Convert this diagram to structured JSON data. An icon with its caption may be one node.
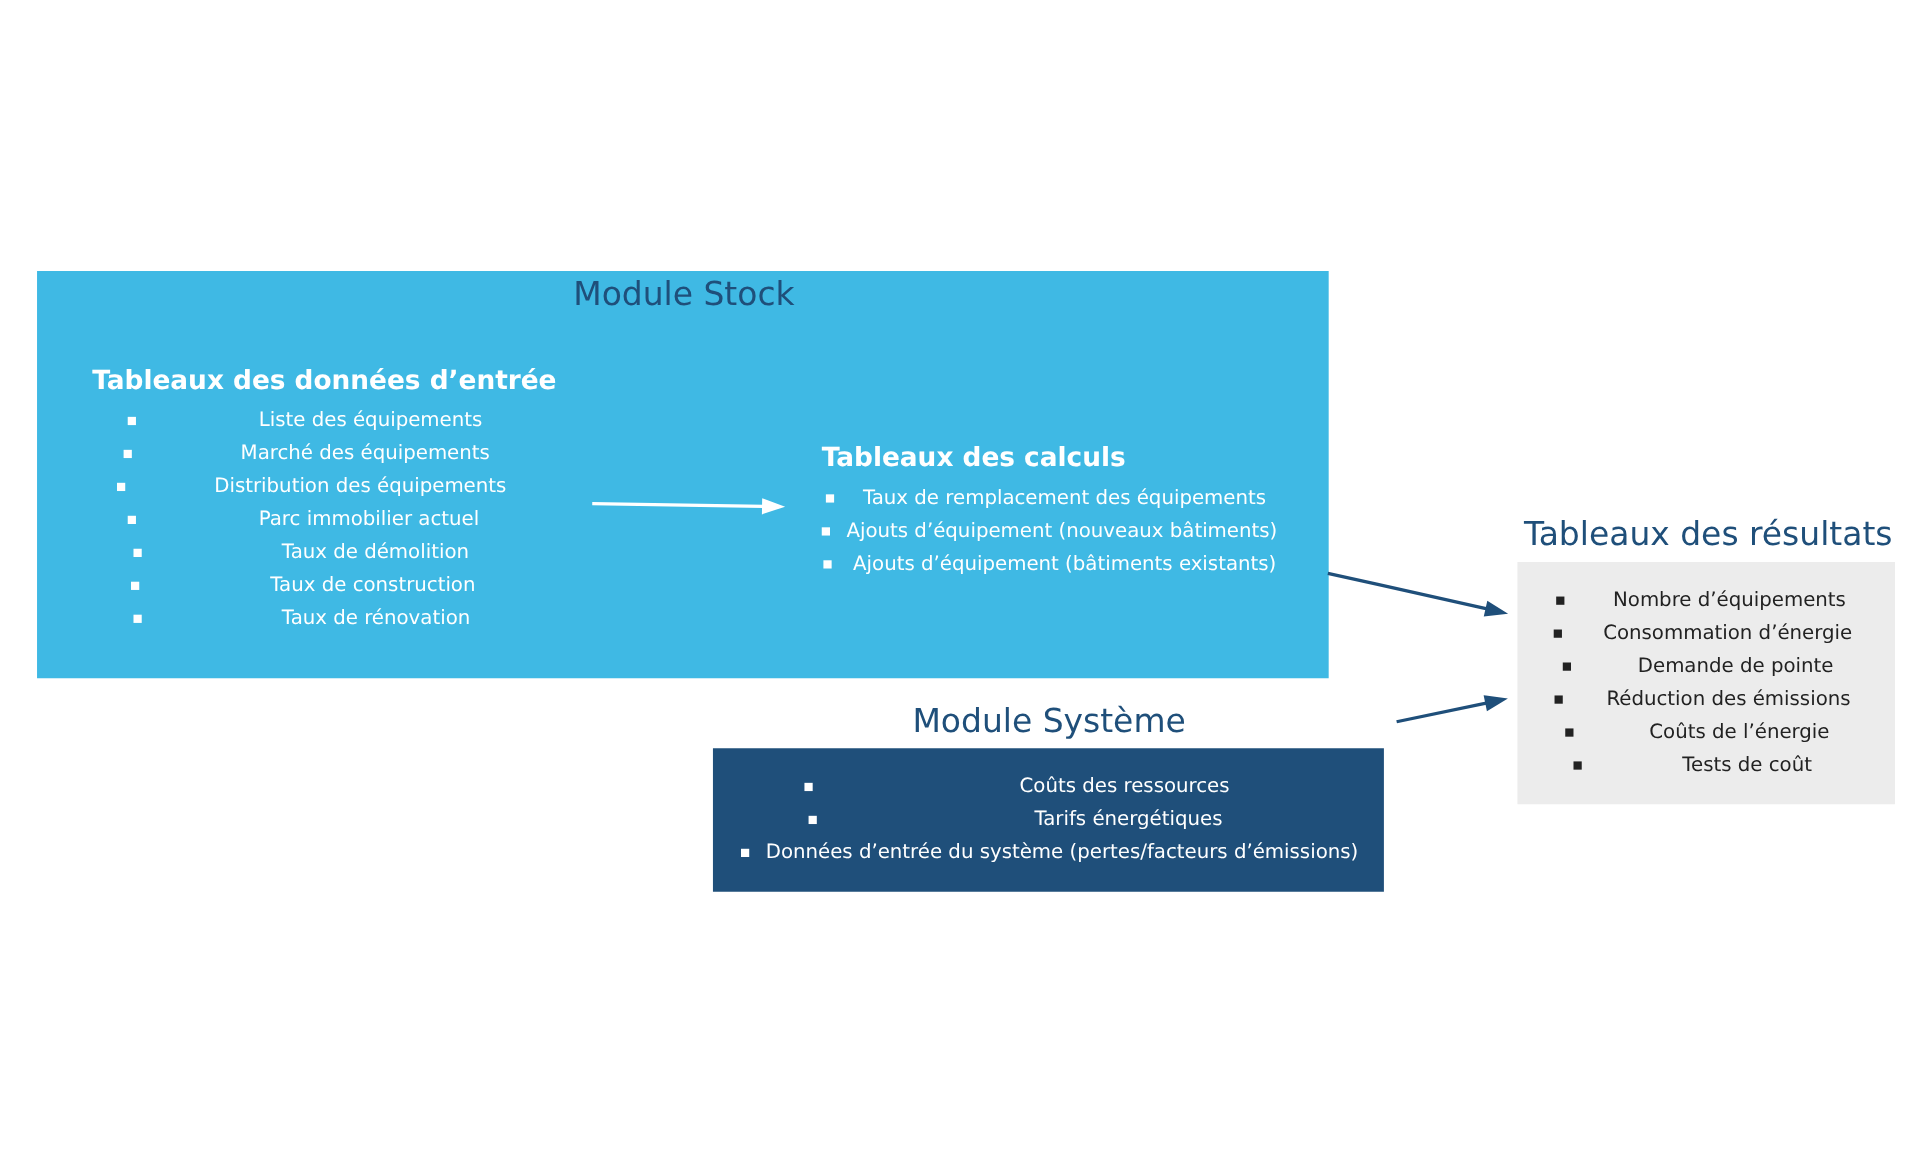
{
  "diagram": {
    "nodes": [
      {
        "text": [
          "Module Stock"
        ]
      },
      {
        "text": [
          "Tableaux des données d’entrée",
          "Liste des équipements",
          "Marché des équipements",
          "Distribution des équipements",
          "Parc immobilier actuel",
          "Taux de démolition",
          "Taux de construction",
          "Taux de rénovation"
        ],
        "in": 0
      },
      {
        "text": [
          "Tableaux des calculs",
          "Taux de remplacement des équipements",
          "Ajouts d’équipement (nouveaux bâtiments)",
          "Ajouts d’équipement (bâtiments existants)"
        ],
        "in": 0
      },
      {
        "text": [
          "Module Système",
          "Coûts des ressources",
          "Tarifs énergétiques",
          "Données d’entrée du système (pertes/facteurs d’émissions)"
        ]
      },
      {
        "text": [
          "Tableaux des résultats",
          "Nombre d’équipements",
          "Consommation d’énergie",
          "Demande de pointe",
          "Réduction des émissions",
          "Coûts de l’énergie",
          "Tests de coût"
        ]
      }
    ],
    "edges": [
      {
        "from": 1,
        "to": 2,
        "arrow": "to",
        "color": "#ffffff"
      },
      {
        "from": 0,
        "to": 4,
        "arrow": "to"
      },
      {
        "from": 3,
        "to": 4,
        "arrow": "to"
      }
    ]
  }
}
